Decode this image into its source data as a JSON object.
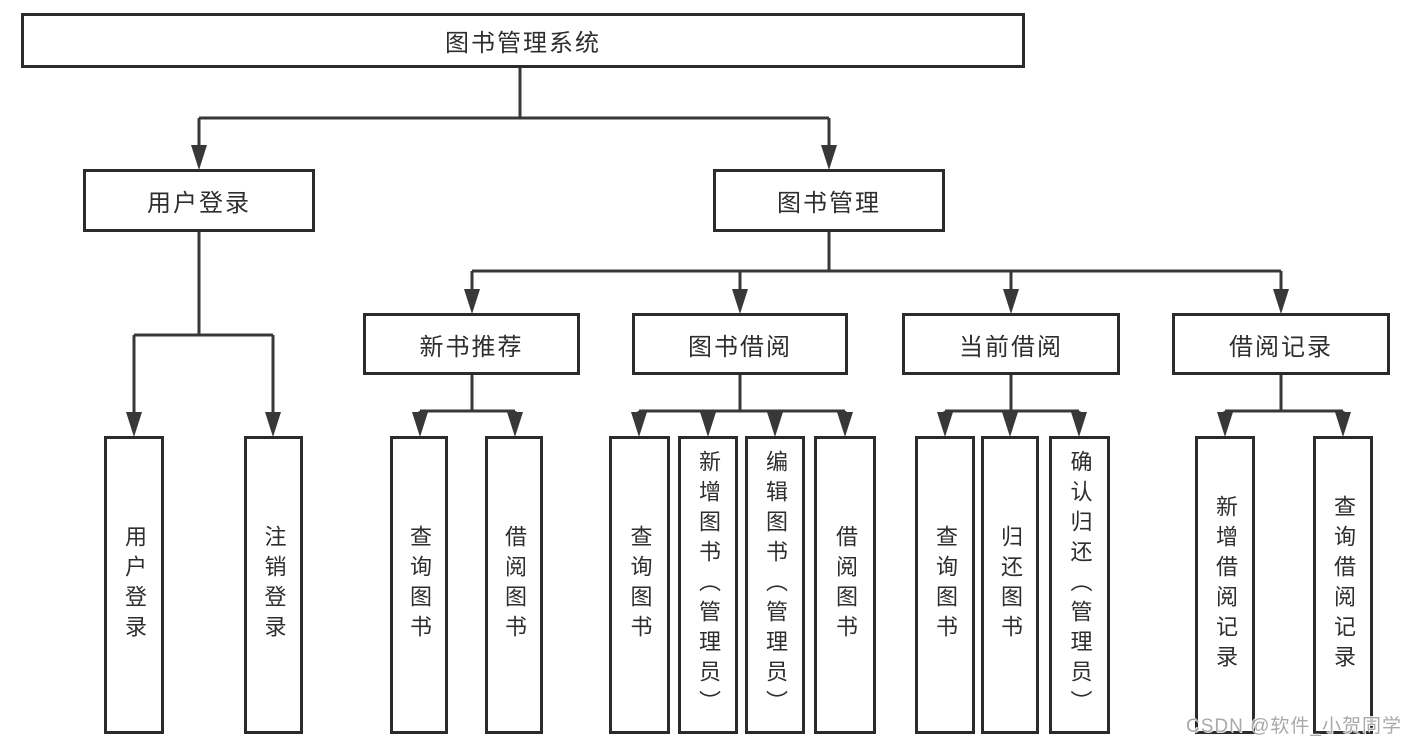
{
  "diagram": {
    "title": "图书管理系统",
    "tree": {
      "label": "图书管理系统",
      "children": [
        {
          "label": "用户登录",
          "children": [
            {
              "label": "用户登录"
            },
            {
              "label": "注销登录"
            }
          ]
        },
        {
          "label": "图书管理",
          "children": [
            {
              "label": "新书推荐",
              "children": [
                {
                  "label": "查询图书"
                },
                {
                  "label": "借阅图书"
                }
              ]
            },
            {
              "label": "图书借阅",
              "children": [
                {
                  "label": "查询图书"
                },
                {
                  "label": "新增图书（管理员）"
                },
                {
                  "label": "编辑图书（管理员）"
                },
                {
                  "label": "借阅图书"
                }
              ]
            },
            {
              "label": "当前借阅",
              "children": [
                {
                  "label": "查询图书"
                },
                {
                  "label": "归还图书"
                },
                {
                  "label": "确认归还（管理员）"
                }
              ]
            },
            {
              "label": "借阅记录",
              "children": [
                {
                  "label": "新增借阅记录"
                },
                {
                  "label": "查询借阅记录"
                }
              ]
            }
          ]
        }
      ]
    },
    "colors": {
      "border": "#2b2b2b",
      "line": "#383838",
      "text": "#2e2e2e",
      "background": "#ffffff",
      "watermark": "#a9a9a9"
    }
  },
  "watermark": {
    "text": "CSDN @软件_小贺同学"
  }
}
